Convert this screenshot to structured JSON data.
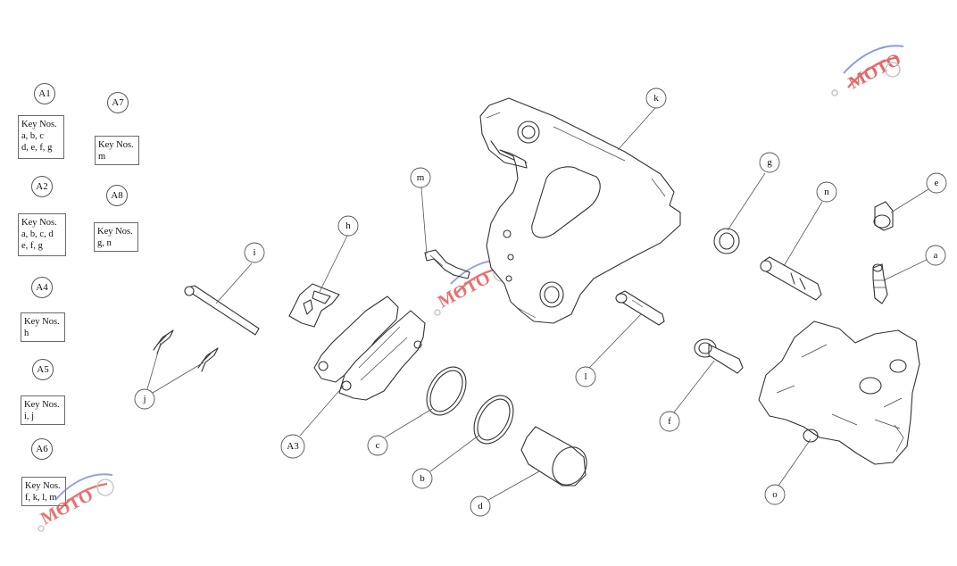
{
  "kits": [
    {
      "id": "A1",
      "lines": [
        "Key Nos.",
        "a, b, c",
        "d, e, f, g"
      ]
    },
    {
      "id": "A7",
      "lines": [
        "Key Nos.",
        "m"
      ]
    },
    {
      "id": "A2",
      "lines": [
        "Key Nos.",
        "a, b, c, d",
        "e, f, g"
      ]
    },
    {
      "id": "A8",
      "lines": [
        "Key Nos.",
        "g, n"
      ]
    },
    {
      "id": "A4",
      "lines": [
        "Key Nos.",
        "h"
      ]
    },
    {
      "id": "A5",
      "lines": [
        "Key Nos.",
        "i, j"
      ]
    },
    {
      "id": "A6",
      "lines": [
        "Key Nos.",
        "f, k, l, m"
      ]
    }
  ],
  "callouts": {
    "a": "a",
    "b": "b",
    "c": "c",
    "d": "d",
    "e": "e",
    "f": "f",
    "g": "g",
    "h": "h",
    "i": "i",
    "j": "j",
    "k": "k",
    "l": "l",
    "m": "m",
    "n": "n",
    "o": "o",
    "A3": "A3"
  },
  "colors": {
    "line": "#333333",
    "leader": "#555555",
    "watermark_red": "#e05050",
    "watermark_blue": "#7a8ad8",
    "watermark_gray": "#bbbbbb"
  },
  "watermark": {
    "text": "MOTO"
  }
}
